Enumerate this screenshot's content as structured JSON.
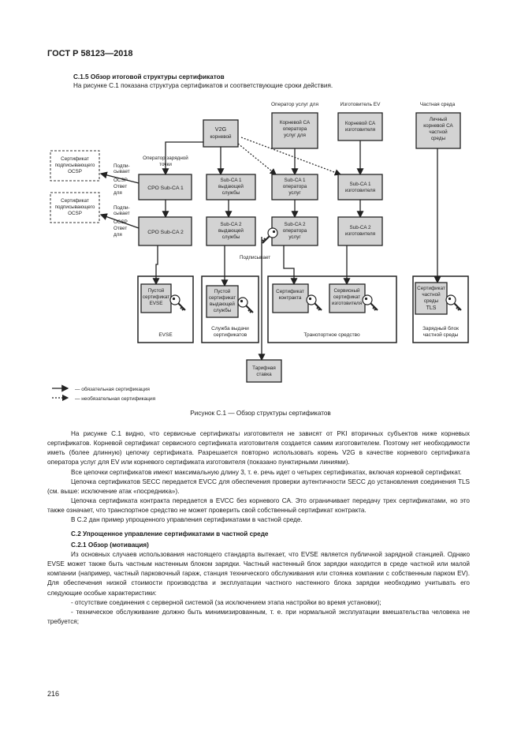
{
  "header": {
    "standard": "ГОСТ Р 58123—2018"
  },
  "section_c15": {
    "title": "С.1.5 Обзор итоговой структуры сертификатов",
    "intro": "На рисунке С.1 показана структура сертификатов и соответствующие сроки действия."
  },
  "figure": {
    "column_labels": {
      "mo": "Оператор услуг для",
      "oem": "Изготовитель EV",
      "private": "Частная среда"
    },
    "cpo_label": [
      "Оператор зарядной",
      "точки"
    ],
    "boxes": {
      "v2g_root": [
        "V2G",
        "корневой"
      ],
      "mo_root": [
        "Корневой СА",
        "оператора",
        "услуг для"
      ],
      "oem_root": [
        "Корневой СА",
        "изготовителя"
      ],
      "private_root": [
        "Личный",
        "корневой СА",
        "частной",
        "среды"
      ],
      "ocsp1": [
        "Сертификат",
        "подписывающего",
        "OCSP"
      ],
      "ocsp2": [
        "Сертификат",
        "подписывающего",
        "OCSP"
      ],
      "cpo_sub1": [
        "СРО Sub-CA 1"
      ],
      "cpo_sub2": [
        "СРО Sub-CA 2"
      ],
      "prov_sub1": [
        "Sub-CA 1",
        "выдающей",
        "службы"
      ],
      "prov_sub2": [
        "Sub-CA 2",
        "выдающей",
        "службы"
      ],
      "mo_sub1": [
        "Sub-CA 1",
        "оператора",
        "услуг"
      ],
      "mo_sub2": [
        "Sub-CA 2",
        "оператора",
        "услуг"
      ],
      "oem_sub1": [
        "Sub-CA 1",
        "изготовителя"
      ],
      "oem_sub2": [
        "Sub-CA 2",
        "изготовителя"
      ],
      "evse_leaf": [
        "Пустой",
        "сертификат",
        "EVSE"
      ],
      "prov_leaf": [
        "Пустой",
        "сертификат",
        "выдающей",
        "службы"
      ],
      "contract_leaf": [
        "Сертификат",
        "контракта"
      ],
      "oem_leaf": [
        "Сервисный",
        "сертификат",
        "изготовителя"
      ],
      "tls_leaf": [
        "Сертификат",
        "частной",
        "среды",
        "TLS"
      ],
      "tariff": [
        "Тарифная",
        "ставка"
      ]
    },
    "groups": {
      "evse": [
        "EVSE"
      ],
      "prov": [
        "Служба выдачи",
        "сертификатов"
      ],
      "vehicle": [
        "Транспортное средство"
      ],
      "private": [
        "Зарядный блок",
        "частной среды"
      ]
    },
    "side_labels": {
      "sign1": [
        "Подпи-",
        "сывает"
      ],
      "ocsp_resp1": [
        "OCSP",
        "Ответ",
        "для"
      ],
      "sign2": [
        "Подпи-",
        "сывает"
      ],
      "ocsp_resp2": [
        "OCSP",
        "Ответ",
        "для"
      ],
      "signs_tariff": [
        "Подписывает"
      ]
    },
    "legend": {
      "mandatory": "— обязательная сертификация",
      "optional": "— необязательная сертификация"
    },
    "caption": "Рисунок С.1 — Обзор структуры сертификатов"
  },
  "body": {
    "p1": "На рисунке С.1 видно, что сервисные сертификаты изготовителя не зависят от PKI вторичных субъектов ниже корневых сертификатов. Корневой сертификат сервисного сертификата изготовителя создается самим изготовителем. Поэтому нет необходимости иметь (более длинную) цепочку сертификата. Разрешается повторно использовать корень V2G в качестве корневого сертификата оператора услуг для EV или корневого сертификата изготовителя (показано пунктирными линиями).",
    "p2": "Все цепочки сертификатов имеют максимальную длину 3, т. е. речь идет о четырех сертификатах, включая корневой сертификат.",
    "p3": "Цепочка сертификатов SECC передается EVCC для обеспечения проверки аутентичности SECC до установления соединения TLS (см. выше: исключение атак «посредника»).",
    "p4": "Цепочка сертификата контракта передается в EVCC без корневого СА. Это ограничивает передачу трех сертификатами, но это также означает, что транспортное средство не может проверить свой собственный сертификат контракта.",
    "p5": "В С.2 дан пример упрощенного управления сертификатами в частной среде.",
    "h_c2": "С.2 Упрощенное управление сертификатами в частной среде",
    "h_c21": "С.2.1 Обзор (мотивация)",
    "p6": "Из основных случаев использования настоящего стандарта вытекает, что EVSE является публичной зарядной станцией. Однако EVSE может также быть частным настенным блоком зарядки. Частный настенный блок зарядки находится в среде частной или малой компании (например, частный парковочный гараж, станция технического обслуживания или стоянка компании с собственным парком EV). Для обеспечения низкой стоимости производства и эксплуатации частного настенного блока зарядки необходимо учитывать его следующие особые характеристики:",
    "li1": "- отсутствие соединения с серверной системой (за исключением этапа настройки во время установки);",
    "li2": "- техническое обслуживание должно быть минимизированным, т. е. при нормальной эксплуатации вмешательства человека не требуется;"
  },
  "page_number": "216"
}
